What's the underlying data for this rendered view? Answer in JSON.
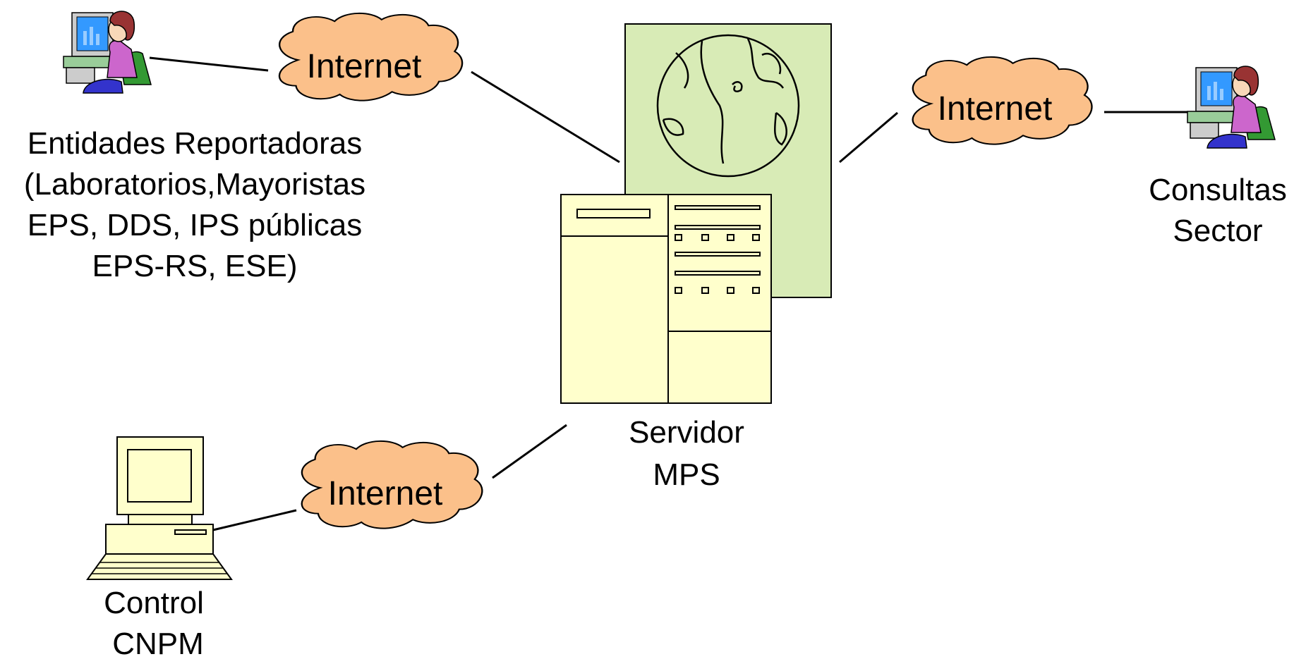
{
  "clouds": {
    "top_left": "Internet",
    "top_right": "Internet",
    "bottom_left": "Internet"
  },
  "nodes": {
    "reporters": {
      "lines": [
        "Entidades Reportadoras",
        "(Laboratorios,Mayoristas",
        "EPS, DDS, IPS públicas",
        "EPS-RS, ESE)"
      ]
    },
    "consultas": {
      "lines": [
        "Consultas",
        "Sector"
      ]
    },
    "server": {
      "lines": [
        "Servidor",
        "MPS"
      ]
    },
    "control": {
      "lines": [
        "Control",
        "CNPM"
      ]
    }
  },
  "icons": {
    "reporter_user": "person-at-computer-icon",
    "consultas_user": "person-at-computer-icon",
    "server": "web-server-icon",
    "globe": "globe-icon",
    "control_computer": "desktop-computer-icon",
    "cloud": "cloud-icon"
  },
  "colors": {
    "cloud_fill": "#FBC08A",
    "server_fill": "#FFFFCC",
    "server_panel_fill": "#D8EBB6",
    "computer_fill": "#FFFFCC",
    "person_shirt": "#CC66CC",
    "person_chair": "#339933",
    "monitor_screen": "#3399FF"
  }
}
